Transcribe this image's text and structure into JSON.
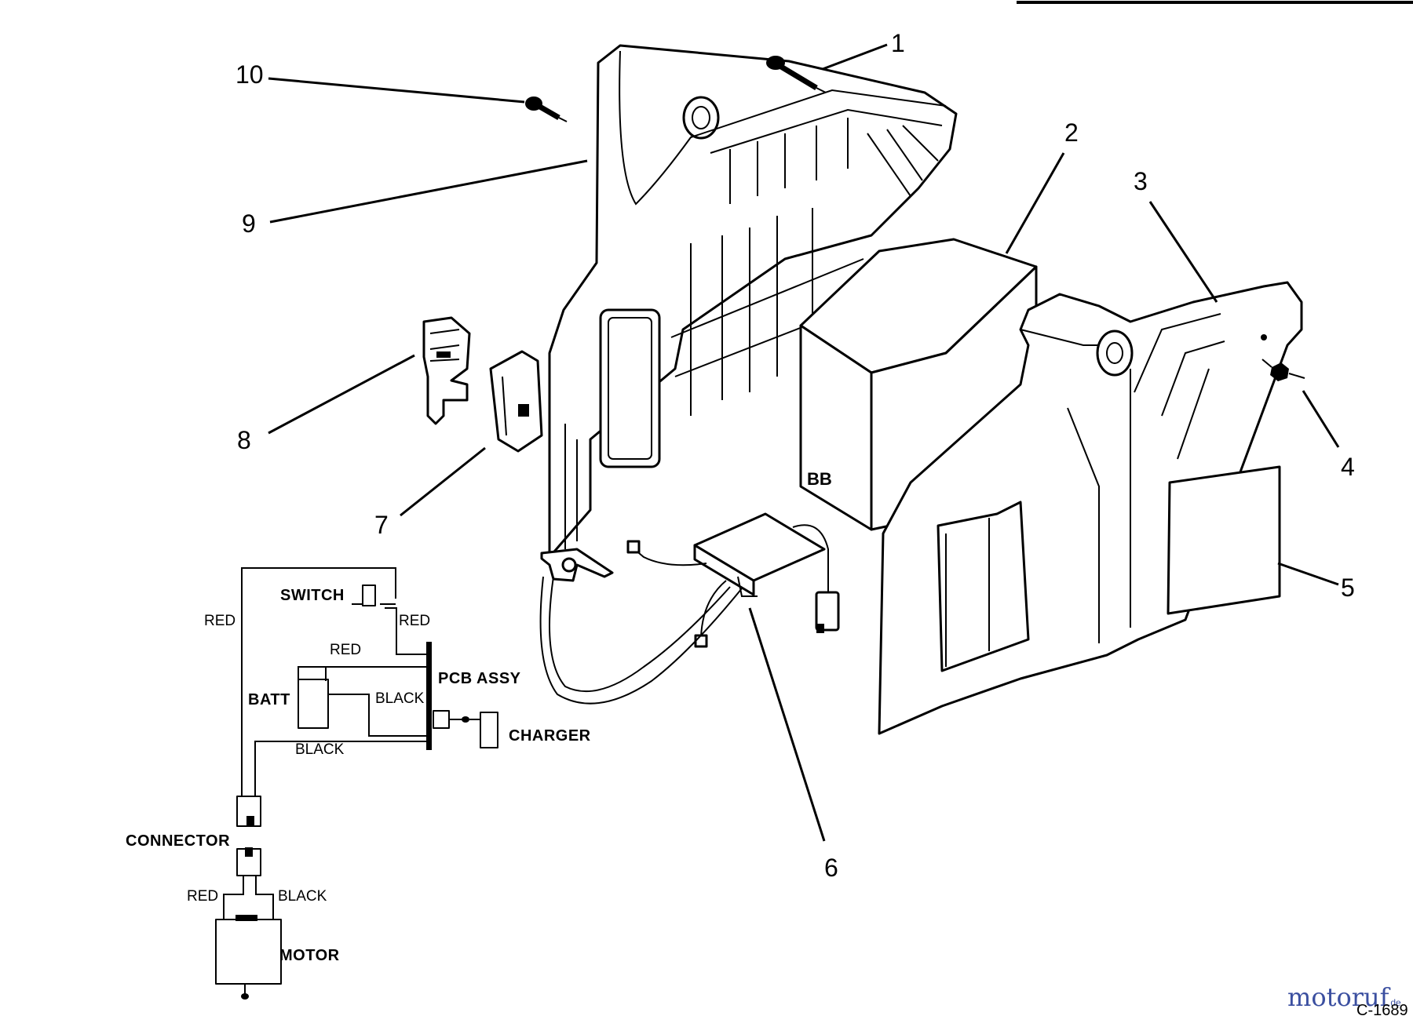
{
  "callouts": {
    "c1": "1",
    "c2": "2",
    "c3": "3",
    "c4": "4",
    "c5": "5",
    "c6": "6",
    "c7": "7",
    "c8": "8",
    "c9": "9",
    "c10": "10"
  },
  "schematic": {
    "switch": "SWITCH",
    "pcb": "PCB ASSY",
    "batt": "BATT",
    "charger": "CHARGER",
    "connector": "CONNECTOR",
    "motor": "MOTOR",
    "red_left": "RED",
    "red_switch": "RED",
    "red_batt": "RED",
    "black_batt": "BLACK",
    "black_bottom": "BLACK",
    "red_motor": "RED",
    "black_motor": "BLACK"
  },
  "footer": {
    "drawing_code": "C-1689",
    "watermark": "motoruf",
    "watermark_suffix": ".de"
  }
}
